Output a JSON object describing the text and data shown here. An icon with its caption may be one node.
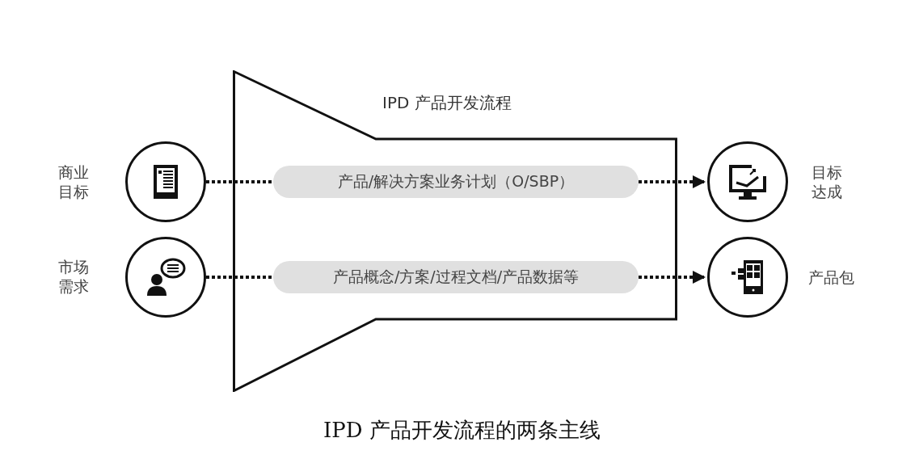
{
  "diagram": {
    "caption": "IPD 产品开发流程的两条主线",
    "nodes": [
      {
        "text": [
          "IPD 产品开发流程"
        ]
      },
      {
        "text": [],
        "shape": "circle",
        "beside": [
          "商业目标"
        ]
      },
      {
        "text": [],
        "shape": "circle",
        "beside": [
          "市场需求"
        ]
      },
      {
        "text": [
          "产品/解决方案业务计划（O/SBP）"
        ],
        "in": 0
      },
      {
        "text": [
          "产品概念/方案/过程文档/产品数据等"
        ],
        "in": 0
      },
      {
        "text": [],
        "shape": "circle",
        "beside": [
          "目标达成"
        ]
      },
      {
        "text": [],
        "shape": "circle",
        "beside": [
          "产品包"
        ]
      }
    ],
    "edges": [
      {
        "from": 1,
        "to": 3,
        "arrow": "none",
        "style": "dashed"
      },
      {
        "from": 3,
        "to": 5,
        "arrow": "to",
        "style": "dashed"
      },
      {
        "from": 2,
        "to": 4,
        "arrow": "none",
        "style": "dashed"
      },
      {
        "from": 4,
        "to": 6,
        "arrow": "to",
        "style": "dashed"
      }
    ]
  }
}
